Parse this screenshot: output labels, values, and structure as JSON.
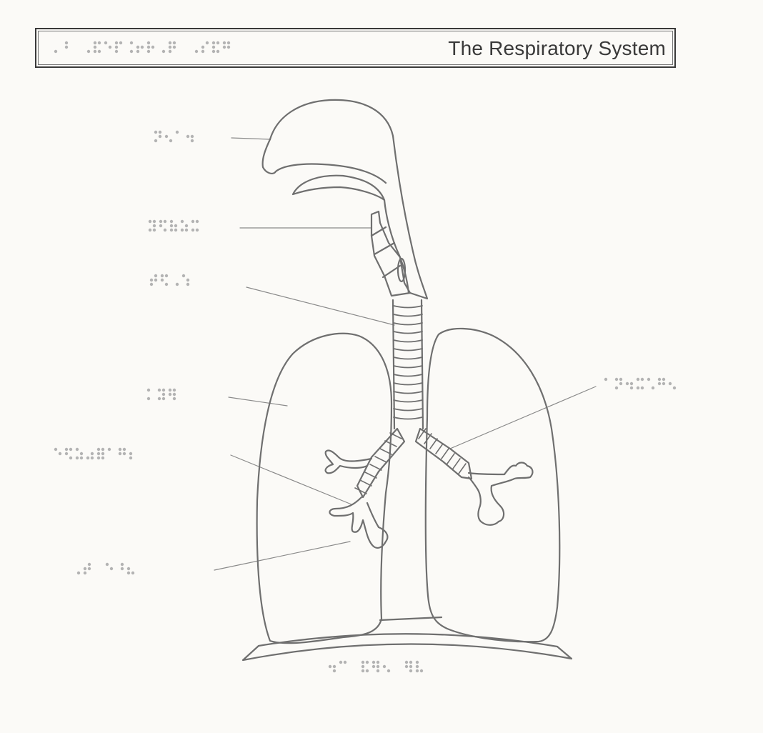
{
  "title": "The Respiratory System",
  "colors": {
    "background": "#fbfaf7",
    "outline": "#6f6f6f",
    "leader_line": "#8a8a8a",
    "braille_dot": "#b3b3b3",
    "border": "#3a3a3a"
  },
  "braille_labels": [
    {
      "name": "braille-title-label",
      "cells": [
        "000001",
        "000110",
        "",
        "000001",
        "111101",
        "100010",
        "111100",
        "000101",
        "011010",
        "111010",
        "000001",
        "111110",
        "",
        "000001",
        "011100",
        "111101",
        "110110"
      ]
    },
    {
      "name": "braille-label-nasal-cavity",
      "cells": [
        "101110",
        "010001",
        "100000",
        "010011"
      ]
    },
    {
      "name": "braille-label-larynx",
      "cells": [
        "101111",
        "110101",
        "111011",
        "101011",
        "101101"
      ]
    },
    {
      "name": "braille-label-trachea",
      "cells": [
        "011110",
        "110101",
        "000001",
        "100011"
      ]
    },
    {
      "name": "braille-label-lungs",
      "cells": [
        "101000",
        "101111",
        "110111"
      ]
    },
    {
      "name": "braille-label-bronchus",
      "cells": [
        "100010",
        "110101",
        "101011",
        "001011",
        "111111",
        "100000",
        "110110",
        "011000"
      ]
    },
    {
      "name": "braille-label-bronchioles",
      "cells": [
        "100000",
        "101110",
        "010011",
        "101101",
        "100001",
        "110110",
        "010001"
      ]
    },
    {
      "name": "braille-label-alveoli",
      "cells": [
        "000001",
        "011110",
        "",
        "100010",
        "000110",
        "011001"
      ]
    },
    {
      "name": "braille-label-diaphragm",
      "cells": [
        "010011",
        "100100",
        "",
        "111101",
        "110111",
        "010001",
        "",
        "110111",
        "111001"
      ]
    }
  ]
}
